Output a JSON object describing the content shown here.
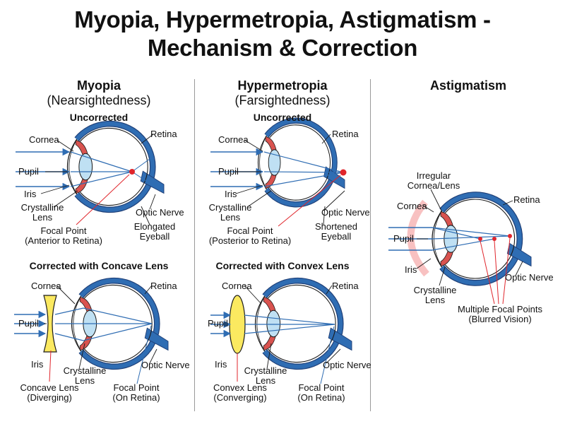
{
  "title": {
    "line1": "Myopia, Hypermetropia, Astigmatism -",
    "line2": "Mechanism & Correction"
  },
  "myopia": {
    "heading": "Myopia",
    "subheading": "(Nearsightedness)",
    "uncorrected": {
      "caption": "Uncorrected",
      "labels": {
        "cornea": "Cornea",
        "retina": "Retina",
        "pupil": "Pupil",
        "iris": "Iris",
        "lens1": "Crystalline",
        "lens2": "Lens",
        "optic": "Optic Nerve",
        "focal1": "Focal Point",
        "focal2": "(Anterior to Retina)",
        "shape1": "Elongated",
        "shape2": "Eyeball"
      }
    },
    "corrected": {
      "caption": "Corrected with Concave Lens",
      "labels": {
        "cornea": "Cornea",
        "retina": "Retina",
        "pupil": "Pupil",
        "iris": "Iris",
        "lens1": "Crystalline",
        "lens2": "Lens",
        "optic": "Optic Nerve",
        "corr1": "Concave Lens",
        "corr2": "(Diverging)",
        "focal1": "Focal Point",
        "focal2": "(On Retina)"
      }
    }
  },
  "hypermetropia": {
    "heading": "Hypermetropia",
    "subheading": "(Farsightedness)",
    "uncorrected": {
      "caption": "Uncorrected",
      "labels": {
        "cornea": "Cornea",
        "retina": "Retina",
        "pupil": "Pupil",
        "iris": "Iris",
        "lens1": "Crystalline",
        "lens2": "Lens",
        "optic": "Optic Nerve",
        "focal1": "Focal Point",
        "focal2": "(Posterior to Retina)",
        "shape1": "Shortened",
        "shape2": "Eyeball"
      }
    },
    "corrected": {
      "caption": "Corrected with Convex Lens",
      "labels": {
        "cornea": "Cornea",
        "retina": "Retina",
        "pupil": "Pupil",
        "iris": "Iris",
        "lens1": "Crystalline",
        "lens2": "Lens",
        "optic": "Optic Nerve",
        "corr1": "Convex Lens",
        "corr2": "(Converging)",
        "focal1": "Focal Point",
        "focal2": "(On Retina)"
      }
    }
  },
  "astigmatism": {
    "heading": "Astigmatism",
    "labels": {
      "irregular1": "Irregular",
      "irregular2": "Cornea/Lens",
      "cornea": "Cornea",
      "retina": "Retina",
      "pupil": "Pupil",
      "iris": "Iris",
      "lens1": "Crystalline",
      "lens2": "Lens",
      "optic": "Optic Nerve",
      "focal1": "Multiple Focal Points",
      "focal2": "(Blurred Vision)"
    }
  },
  "colors": {
    "sclera": "#2f6db3",
    "ray": "#2f6db3",
    "muscle": "#d9534f",
    "lens_fill": "#bfe0f3",
    "focal": "#e0252b",
    "corrective_lens": "#fbe960",
    "astig_glow": "#f7b6b6"
  }
}
